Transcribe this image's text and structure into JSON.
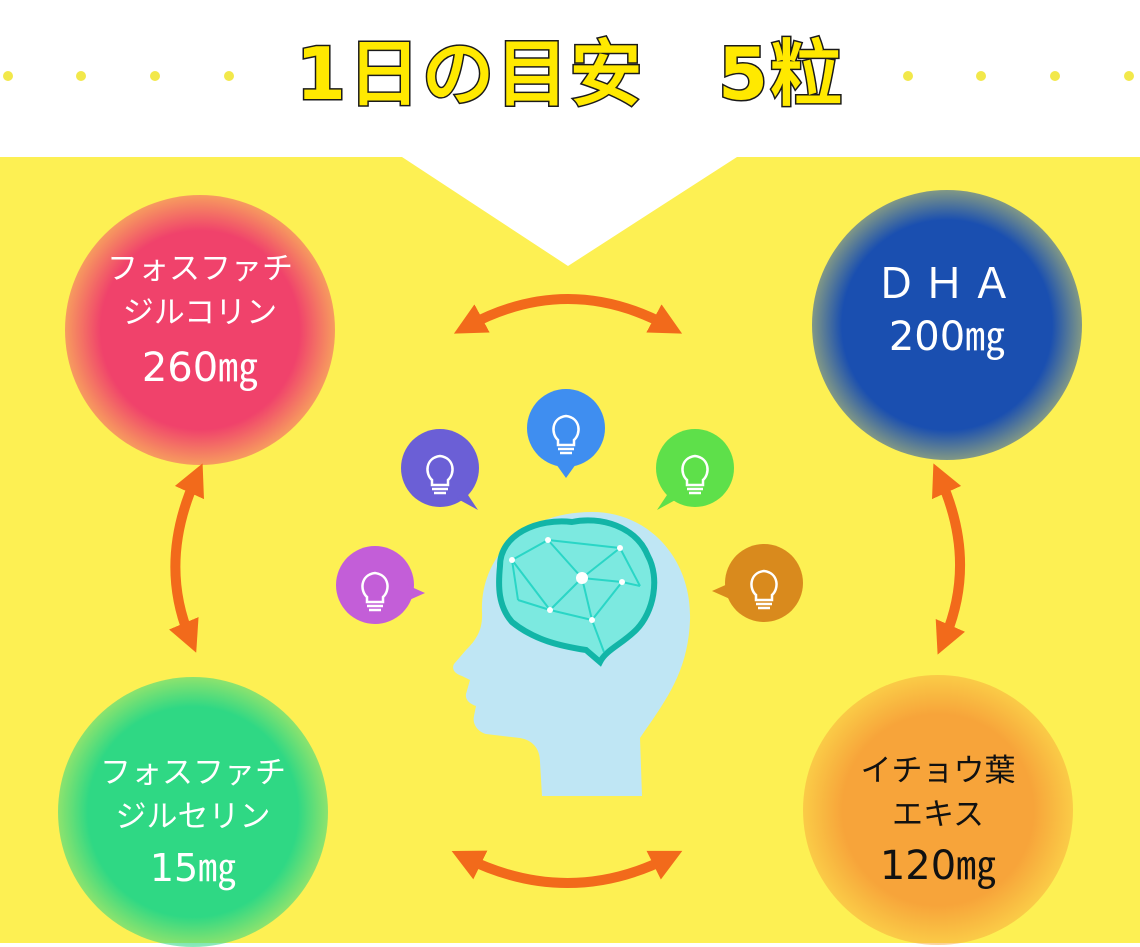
{
  "header": {
    "title": "1日の目安　5粒",
    "dot_color": "#f2e84a"
  },
  "colors": {
    "band": "#fdf053",
    "arrow": "#f26a1b",
    "head": "#bfe6f4",
    "brain": "#2ad6c6"
  },
  "ingredients": {
    "top_left": {
      "line1": "フォスファチ",
      "line2": "ジルコリン",
      "amount": "260㎎",
      "color": "#f0426b"
    },
    "top_right": {
      "line1": "ＤＨＡ",
      "amount": "200㎎",
      "color": "#1a4fb0"
    },
    "bottom_left": {
      "line1": "フォスファチ",
      "line2": "ジルセリン",
      "amount": "15㎎",
      "color": "#2fd884"
    },
    "bottom_right": {
      "line1": "イチョウ葉",
      "line2": "エキス",
      "amount": "120㎎",
      "color": "#f7a43a"
    }
  },
  "bulbs": [
    {
      "icon": "lightbulb-icon",
      "color": "#c35ed8"
    },
    {
      "icon": "lightbulb-icon",
      "color": "#6b5fd6"
    },
    {
      "icon": "lightbulb-icon",
      "color": "#3f8ef0"
    },
    {
      "icon": "lightbulb-icon",
      "color": "#5ee04a"
    },
    {
      "icon": "lightbulb-icon",
      "color": "#d98a1d"
    }
  ]
}
